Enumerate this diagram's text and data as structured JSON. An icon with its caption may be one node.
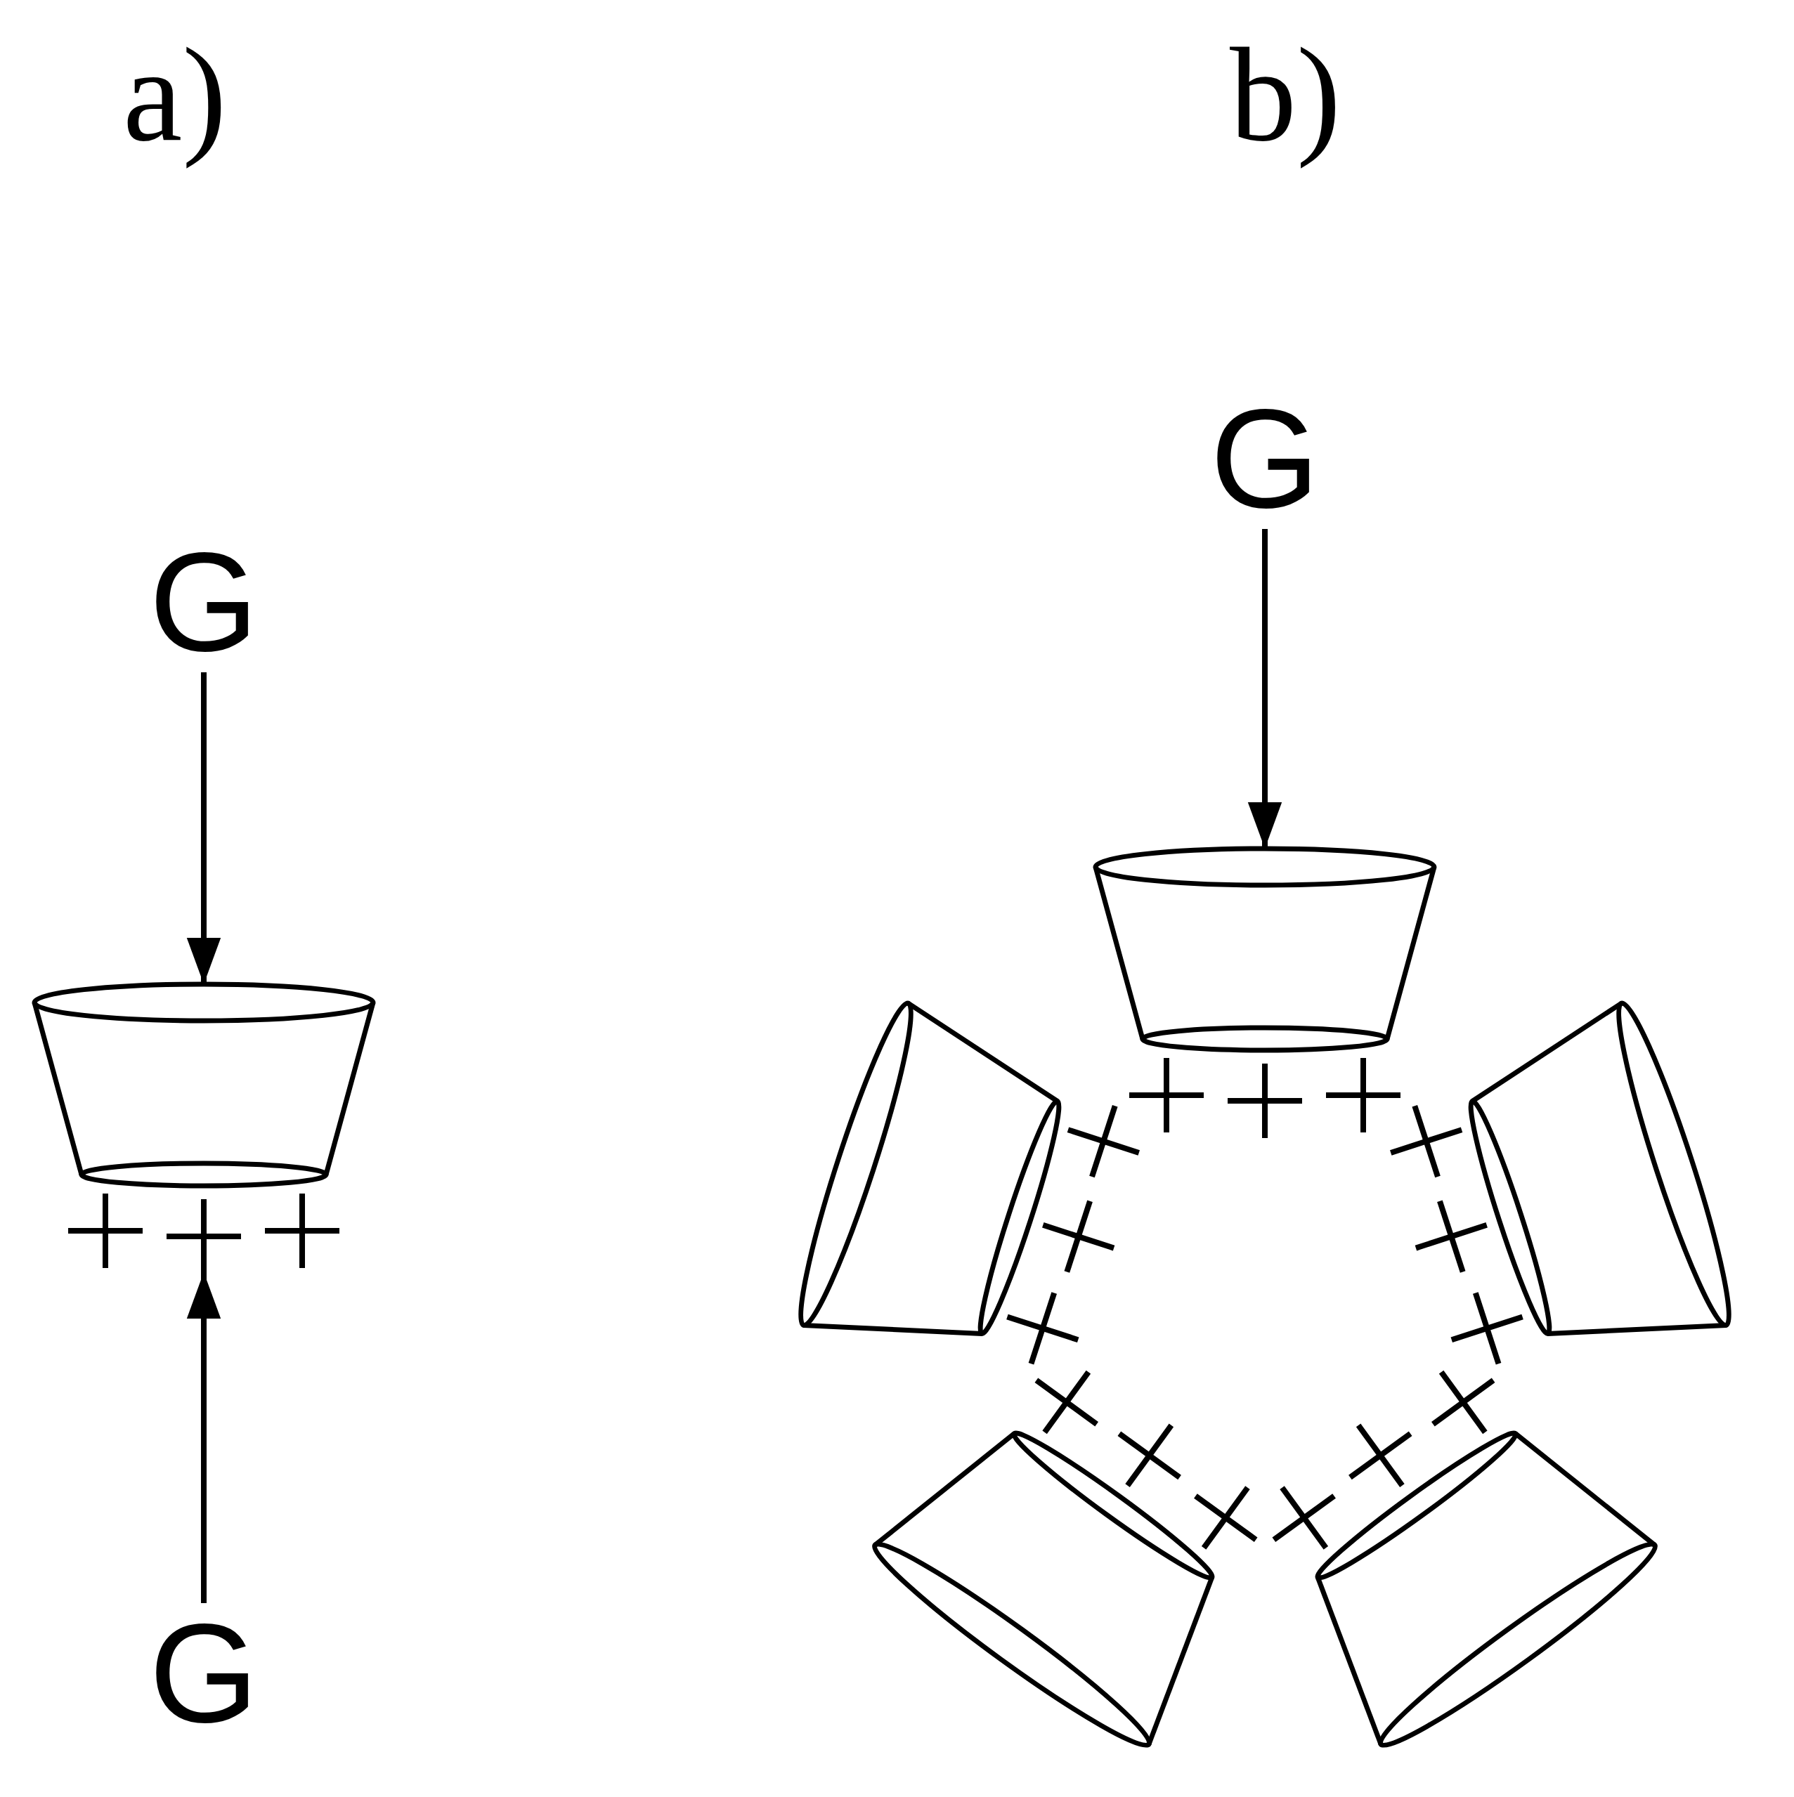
{
  "diagram": {
    "nodes": [
      {
        "text": [
          "G"
        ]
      },
      {
        "text": [],
        "shape": "cone"
      },
      {
        "text": [
          "G"
        ]
      },
      {
        "text": [
          "G"
        ]
      },
      {
        "text": [],
        "shape": "cone"
      },
      {
        "text": [],
        "shape": "cone"
      },
      {
        "text": [],
        "shape": "cone"
      },
      {
        "text": [],
        "shape": "cone"
      },
      {
        "text": [],
        "shape": "cone"
      }
    ],
    "edges": [
      {
        "from": 0,
        "to": 1,
        "arrow": "to"
      },
      {
        "from": 2,
        "to": 1,
        "arrow": "to"
      },
      {
        "from": 3,
        "to": 4,
        "arrow": "to"
      }
    ],
    "labels": [
      "a)",
      "b)"
    ]
  }
}
